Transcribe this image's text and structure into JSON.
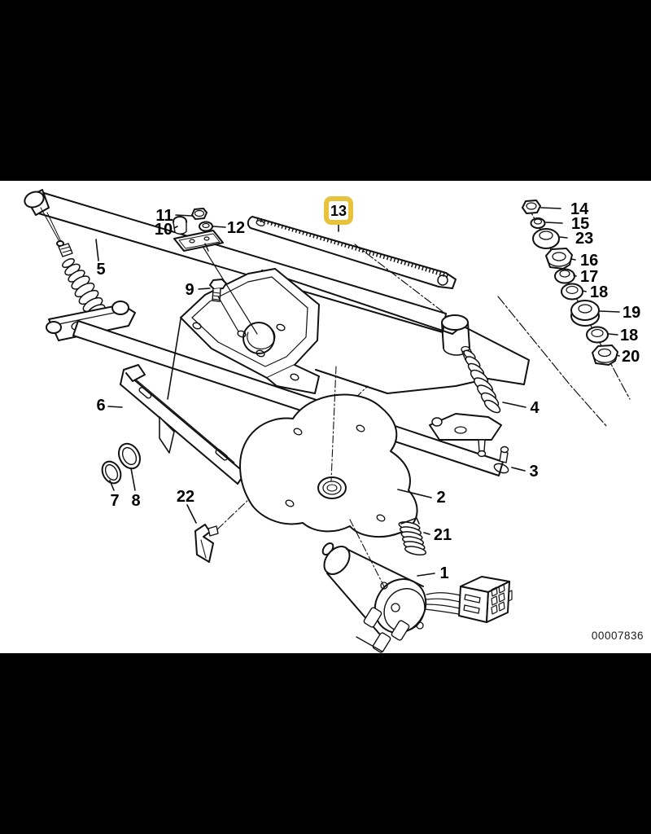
{
  "window": {
    "background_color": "#000000"
  },
  "diagram": {
    "type": "exploded-parts-drawing",
    "canvas_color": "#ffffff",
    "line_color": "#111111",
    "highlight_color": "#E9C23B",
    "highlighted_callout": "13",
    "doc_number": "00007836",
    "callouts": {
      "c1": "1",
      "c2": "2",
      "c3": "3",
      "c4": "4",
      "c5": "5",
      "c6": "6",
      "c7": "7",
      "c8": "8",
      "c9": "9",
      "c10": "10",
      "c11": "11",
      "c12": "12",
      "c13": "13",
      "c14": "14",
      "c15": "15",
      "c16": "16",
      "c17": "17",
      "c18a": "18",
      "c18b": "18",
      "c19": "19",
      "c20": "20",
      "c21": "21",
      "c22": "22",
      "c23": "23"
    }
  }
}
